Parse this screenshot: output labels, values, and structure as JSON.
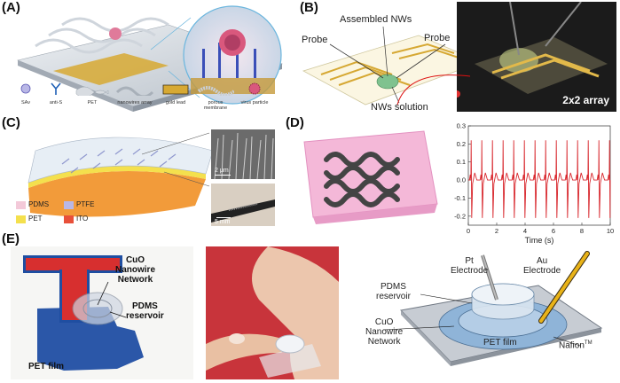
{
  "panels": {
    "A": {
      "label": "(A)",
      "legend": [
        {
          "text": "SAv",
          "icon": "sav-icon"
        },
        {
          "text": "anti-S",
          "icon": "antibody-icon"
        },
        {
          "text": "PET",
          "icon": "pet-sheet-icon"
        },
        {
          "text": "nanowires array",
          "icon": "nanowire-array-icon"
        },
        {
          "text": "gold lead",
          "icon": "gold-lead-icon"
        },
        {
          "text": "porous membrane",
          "icon": "porous-membrane-icon"
        },
        {
          "text": "virus particle",
          "icon": "virus-icon"
        }
      ]
    },
    "B": {
      "label": "(B)",
      "assembled": "Assembled NWs",
      "probe_left": "Probe",
      "probe_right": "Probe",
      "solution": "NWs solution",
      "array": "2x2 array"
    },
    "C": {
      "label": "(C)",
      "legend": [
        {
          "text": "PDMS",
          "color": "#f3c9d9"
        },
        {
          "text": "PTFE",
          "color": "#b9b7e6"
        },
        {
          "text": "PET",
          "color": "#f4e04d"
        },
        {
          "text": "ITO",
          "color": "#e8503a"
        }
      ],
      "scale_top": "2 μm",
      "scale_bottom": "5 mm"
    },
    "D": {
      "label": "(D)",
      "xlabel": "Time (s)"
    },
    "E": {
      "label": "(E)",
      "photo_labels": {
        "cuo": "CuO\nNanowire\nNetwork",
        "pdms": "PDMS\nreservoir",
        "pet": "PET film"
      },
      "diagram_labels": {
        "pt": "Pt\nElectrode",
        "au": "Au\nElectrode",
        "pdms": "PDMS\nreservoir",
        "cuo": "CuO\nNanowire\nNetwork",
        "pet": "PET film",
        "nafion": "Nafion",
        "nafion_tm": "TM"
      }
    }
  },
  "chart_data": {
    "type": "line",
    "xlabel": "Time (s)",
    "ylabel": "",
    "xlim": [
      0,
      10
    ],
    "ylim": [
      -0.25,
      0.3
    ],
    "xticks": [
      0,
      2,
      4,
      6,
      8,
      10
    ],
    "yticks": [
      -0.2,
      -0.1,
      0.0,
      0.1,
      0.2,
      0.3
    ],
    "grid": false,
    "color": "#d8262c",
    "series": [
      {
        "beat_times": [
          0.2,
          0.95,
          1.7,
          2.45,
          3.2,
          3.95,
          4.7,
          5.45,
          6.2,
          6.95,
          7.7,
          8.45,
          9.2,
          9.95
        ],
        "peak": 0.22,
        "trough": -0.21,
        "baseline": 0.0
      }
    ]
  }
}
